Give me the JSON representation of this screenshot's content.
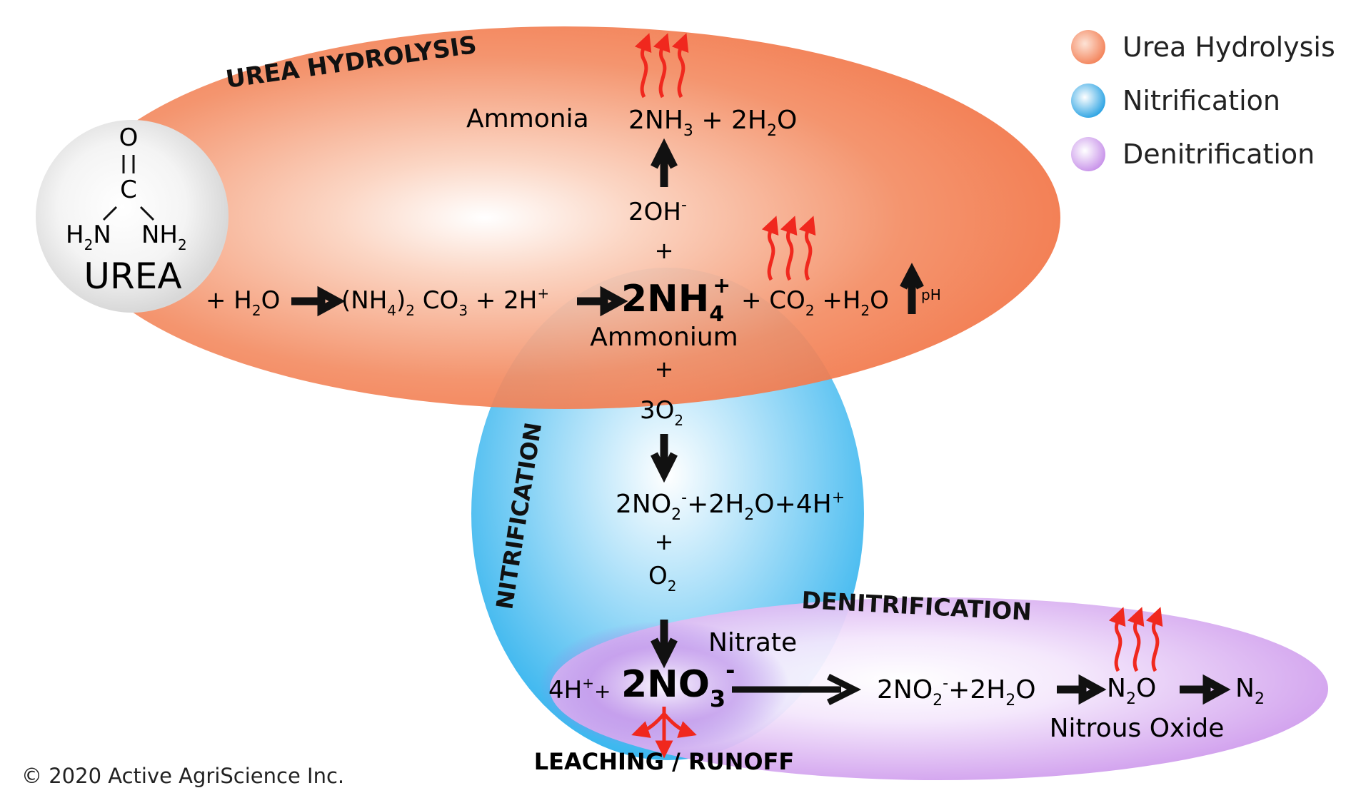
{
  "legend": [
    {
      "label": "Urea Hydrolysis",
      "color": "#f27a4e"
    },
    {
      "label": "Nitrification",
      "color": "#3bb0ea"
    },
    {
      "label": "Denitrification",
      "color": "#c68cea"
    }
  ],
  "regions": {
    "urea_hydrolysis": "UREA HYDROLYSIS",
    "nitrification": "NITRIFICATION",
    "denitrification": "DENITRIFICATION"
  },
  "urea": {
    "name": "UREA",
    "atom_o": "O",
    "atom_c": "C",
    "left_group": [
      "H",
      "2",
      "N"
    ],
    "right_group": [
      "NH",
      "2"
    ]
  },
  "hydrolysis": {
    "plus_water": [
      "+ H",
      "2",
      "O"
    ],
    "carbonate": [
      "(NH",
      "4",
      ")",
      "2",
      " CO",
      "3",
      " + 2H",
      "+"
    ],
    "ammonium": [
      "2NH",
      "4",
      "+"
    ],
    "ammonium_label": "Ammonium",
    "products": [
      "+ CO",
      "2",
      " +H",
      "2",
      "O"
    ],
    "ph_label": "pH",
    "hydroxide": [
      "2OH",
      "-"
    ],
    "hydroxide_plus": "+",
    "ammonia_label": "Ammonia",
    "ammonia": [
      "2NH",
      "3",
      " + 2H",
      "2",
      "O"
    ]
  },
  "nitrification": {
    "plus_1": "+",
    "oxygen_1": [
      "3O",
      "2"
    ],
    "nitrite": [
      "2NO",
      "2",
      "-",
      "+2H",
      "2",
      "O+4H",
      "+"
    ],
    "plus_2": "+",
    "oxygen_2": [
      "O",
      "2"
    ]
  },
  "denitrification": {
    "nitrate_label": "Nitrate",
    "hydrogen": [
      "4H",
      "+",
      "+"
    ],
    "nitrate": [
      "2NO",
      "3",
      "-"
    ],
    "nitrite": [
      "2NO",
      "2",
      "-",
      "+2H",
      "2",
      "O"
    ],
    "nitrous_oxide": [
      "N",
      "2",
      "O"
    ],
    "nitrogen": [
      "N",
      "2"
    ],
    "nitrous_oxide_label": "Nitrous Oxide",
    "leaching": "LEACHING / RUNOFF"
  },
  "copyright": "© 2020 Active AgriScience Inc.",
  "colors": {
    "urea_hydrolysis": "#f27a4e",
    "nitrification": "#3bb0ea",
    "denitrification": "#c68cea",
    "gas_arrow": "#f0281e",
    "text": "#111111"
  }
}
